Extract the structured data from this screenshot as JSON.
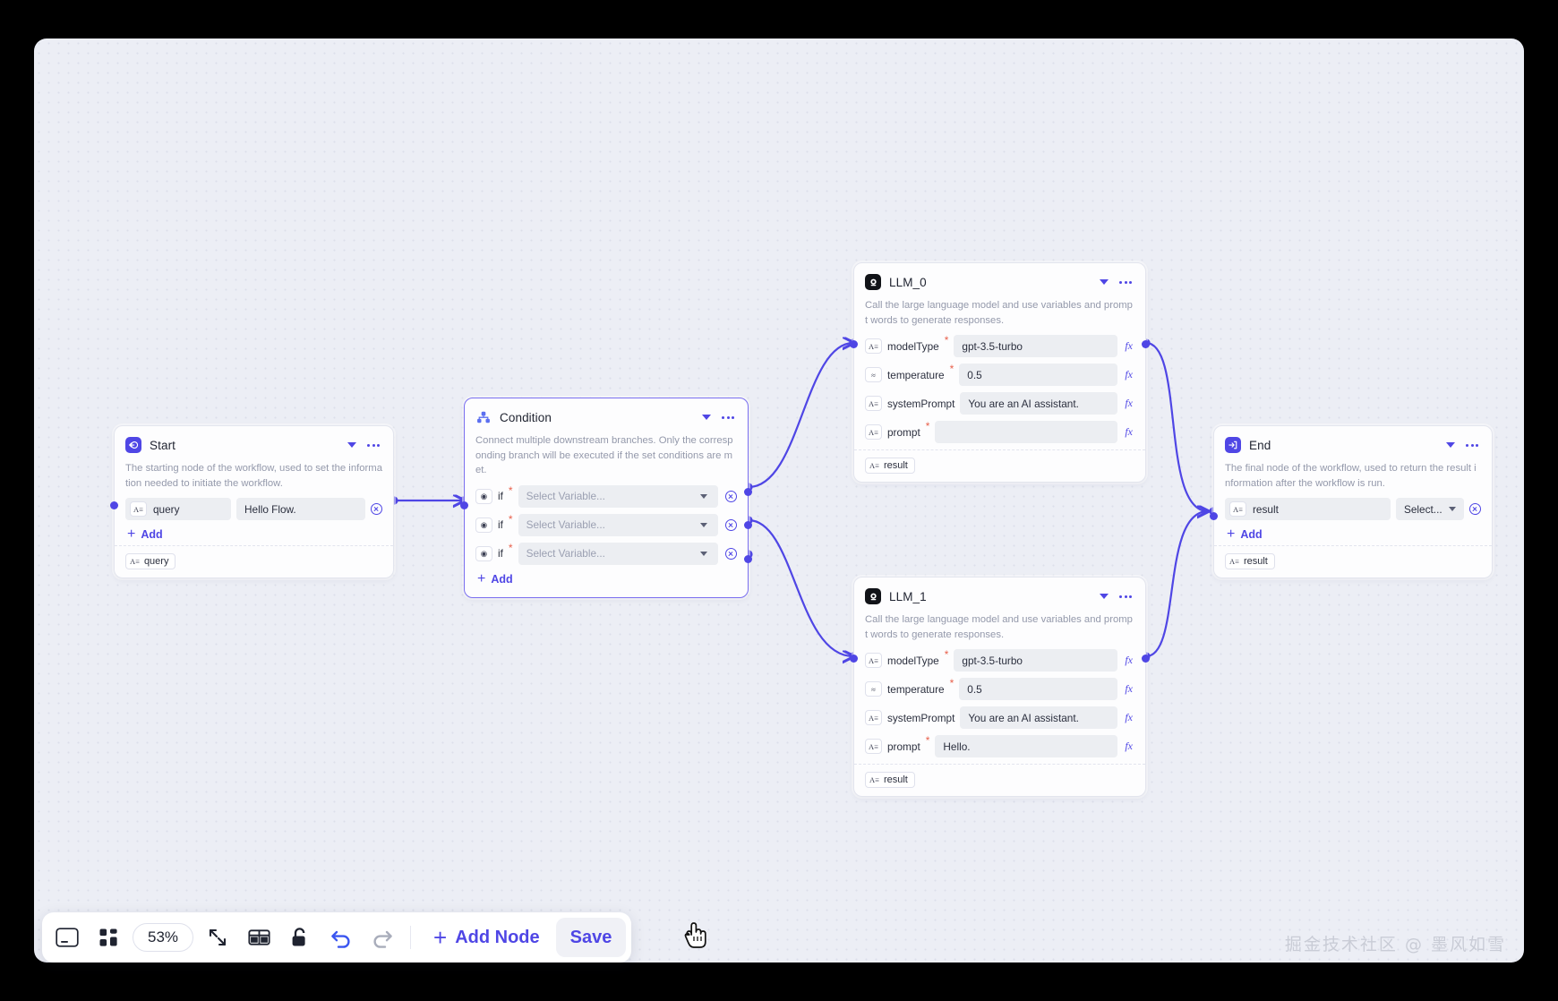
{
  "canvas": {
    "background_color": "#eceef5",
    "edge_color": "#4f46e5",
    "accent_color": "#4f46e5"
  },
  "nodes": {
    "start": {
      "title": "Start",
      "icon": "start-icon",
      "description": "The starting node of the workflow, used to set the information needed to initiate the workflow.",
      "rows": [
        {
          "type_glyph": "A≡",
          "name": "query",
          "value": "Hello Flow."
        }
      ],
      "add_label": "Add",
      "outputs": [
        {
          "type_glyph": "A≡",
          "name": "query"
        }
      ]
    },
    "condition": {
      "title": "Condition",
      "icon": "branch-icon",
      "description": "Connect multiple downstream branches. Only the corresponding branch will be executed if the set conditions are met.",
      "rows": [
        {
          "type_glyph": "◉",
          "name": "if",
          "required": true,
          "placeholder": "Select Variable..."
        },
        {
          "type_glyph": "◉",
          "name": "if",
          "required": true,
          "placeholder": "Select Variable..."
        },
        {
          "type_glyph": "◉",
          "name": "if",
          "required": true,
          "placeholder": "Select Variable..."
        }
      ],
      "add_label": "Add"
    },
    "llm0": {
      "title": "LLM_0",
      "icon": "llm-icon",
      "description": "Call the large language model and use variables and prompt words to generate responses.",
      "rows": [
        {
          "type_glyph": "A≡",
          "name": "modelType",
          "required": true,
          "value": "gpt-3.5-turbo"
        },
        {
          "type_glyph": "≈",
          "name": "temperature",
          "required": true,
          "value": "0.5"
        },
        {
          "type_glyph": "A≡",
          "name": "systemPrompt",
          "required": false,
          "value": "You are an AI assistant."
        },
        {
          "type_glyph": "A≡",
          "name": "prompt",
          "required": true,
          "value": ""
        }
      ],
      "outputs": [
        {
          "type_glyph": "A≡",
          "name": "result"
        }
      ]
    },
    "llm1": {
      "title": "LLM_1",
      "icon": "llm-icon",
      "description": "Call the large language model and use variables and prompt words to generate responses.",
      "rows": [
        {
          "type_glyph": "A≡",
          "name": "modelType",
          "required": true,
          "value": "gpt-3.5-turbo"
        },
        {
          "type_glyph": "≈",
          "name": "temperature",
          "required": true,
          "value": "0.5"
        },
        {
          "type_glyph": "A≡",
          "name": "systemPrompt",
          "required": false,
          "value": "You are an AI assistant."
        },
        {
          "type_glyph": "A≡",
          "name": "prompt",
          "required": true,
          "value": "Hello."
        }
      ],
      "outputs": [
        {
          "type_glyph": "A≡",
          "name": "result"
        }
      ]
    },
    "end": {
      "title": "End",
      "icon": "end-icon",
      "description": "The final node of the workflow, used to return the result information after the workflow is run.",
      "rows": [
        {
          "type_glyph": "A≡",
          "name": "result",
          "select_value": "Select..."
        }
      ],
      "add_label": "Add",
      "outputs": [
        {
          "type_glyph": "A≡",
          "name": "result"
        }
      ]
    }
  },
  "toolbar": {
    "minimap_icon": "minimap-icon",
    "grid_icon": "grid-apps-icon",
    "zoom_level": "53%",
    "fitview_icon": "fit-view-icon",
    "layout_icon": "auto-layout-icon",
    "lock_icon": "unlock-icon",
    "undo_icon": "undo-icon",
    "redo_icon": "redo-icon",
    "add_node_label": "Add Node",
    "save_label": "Save"
  },
  "watermark": {
    "text": "掘金技术社区 @ 墨风如雪"
  }
}
